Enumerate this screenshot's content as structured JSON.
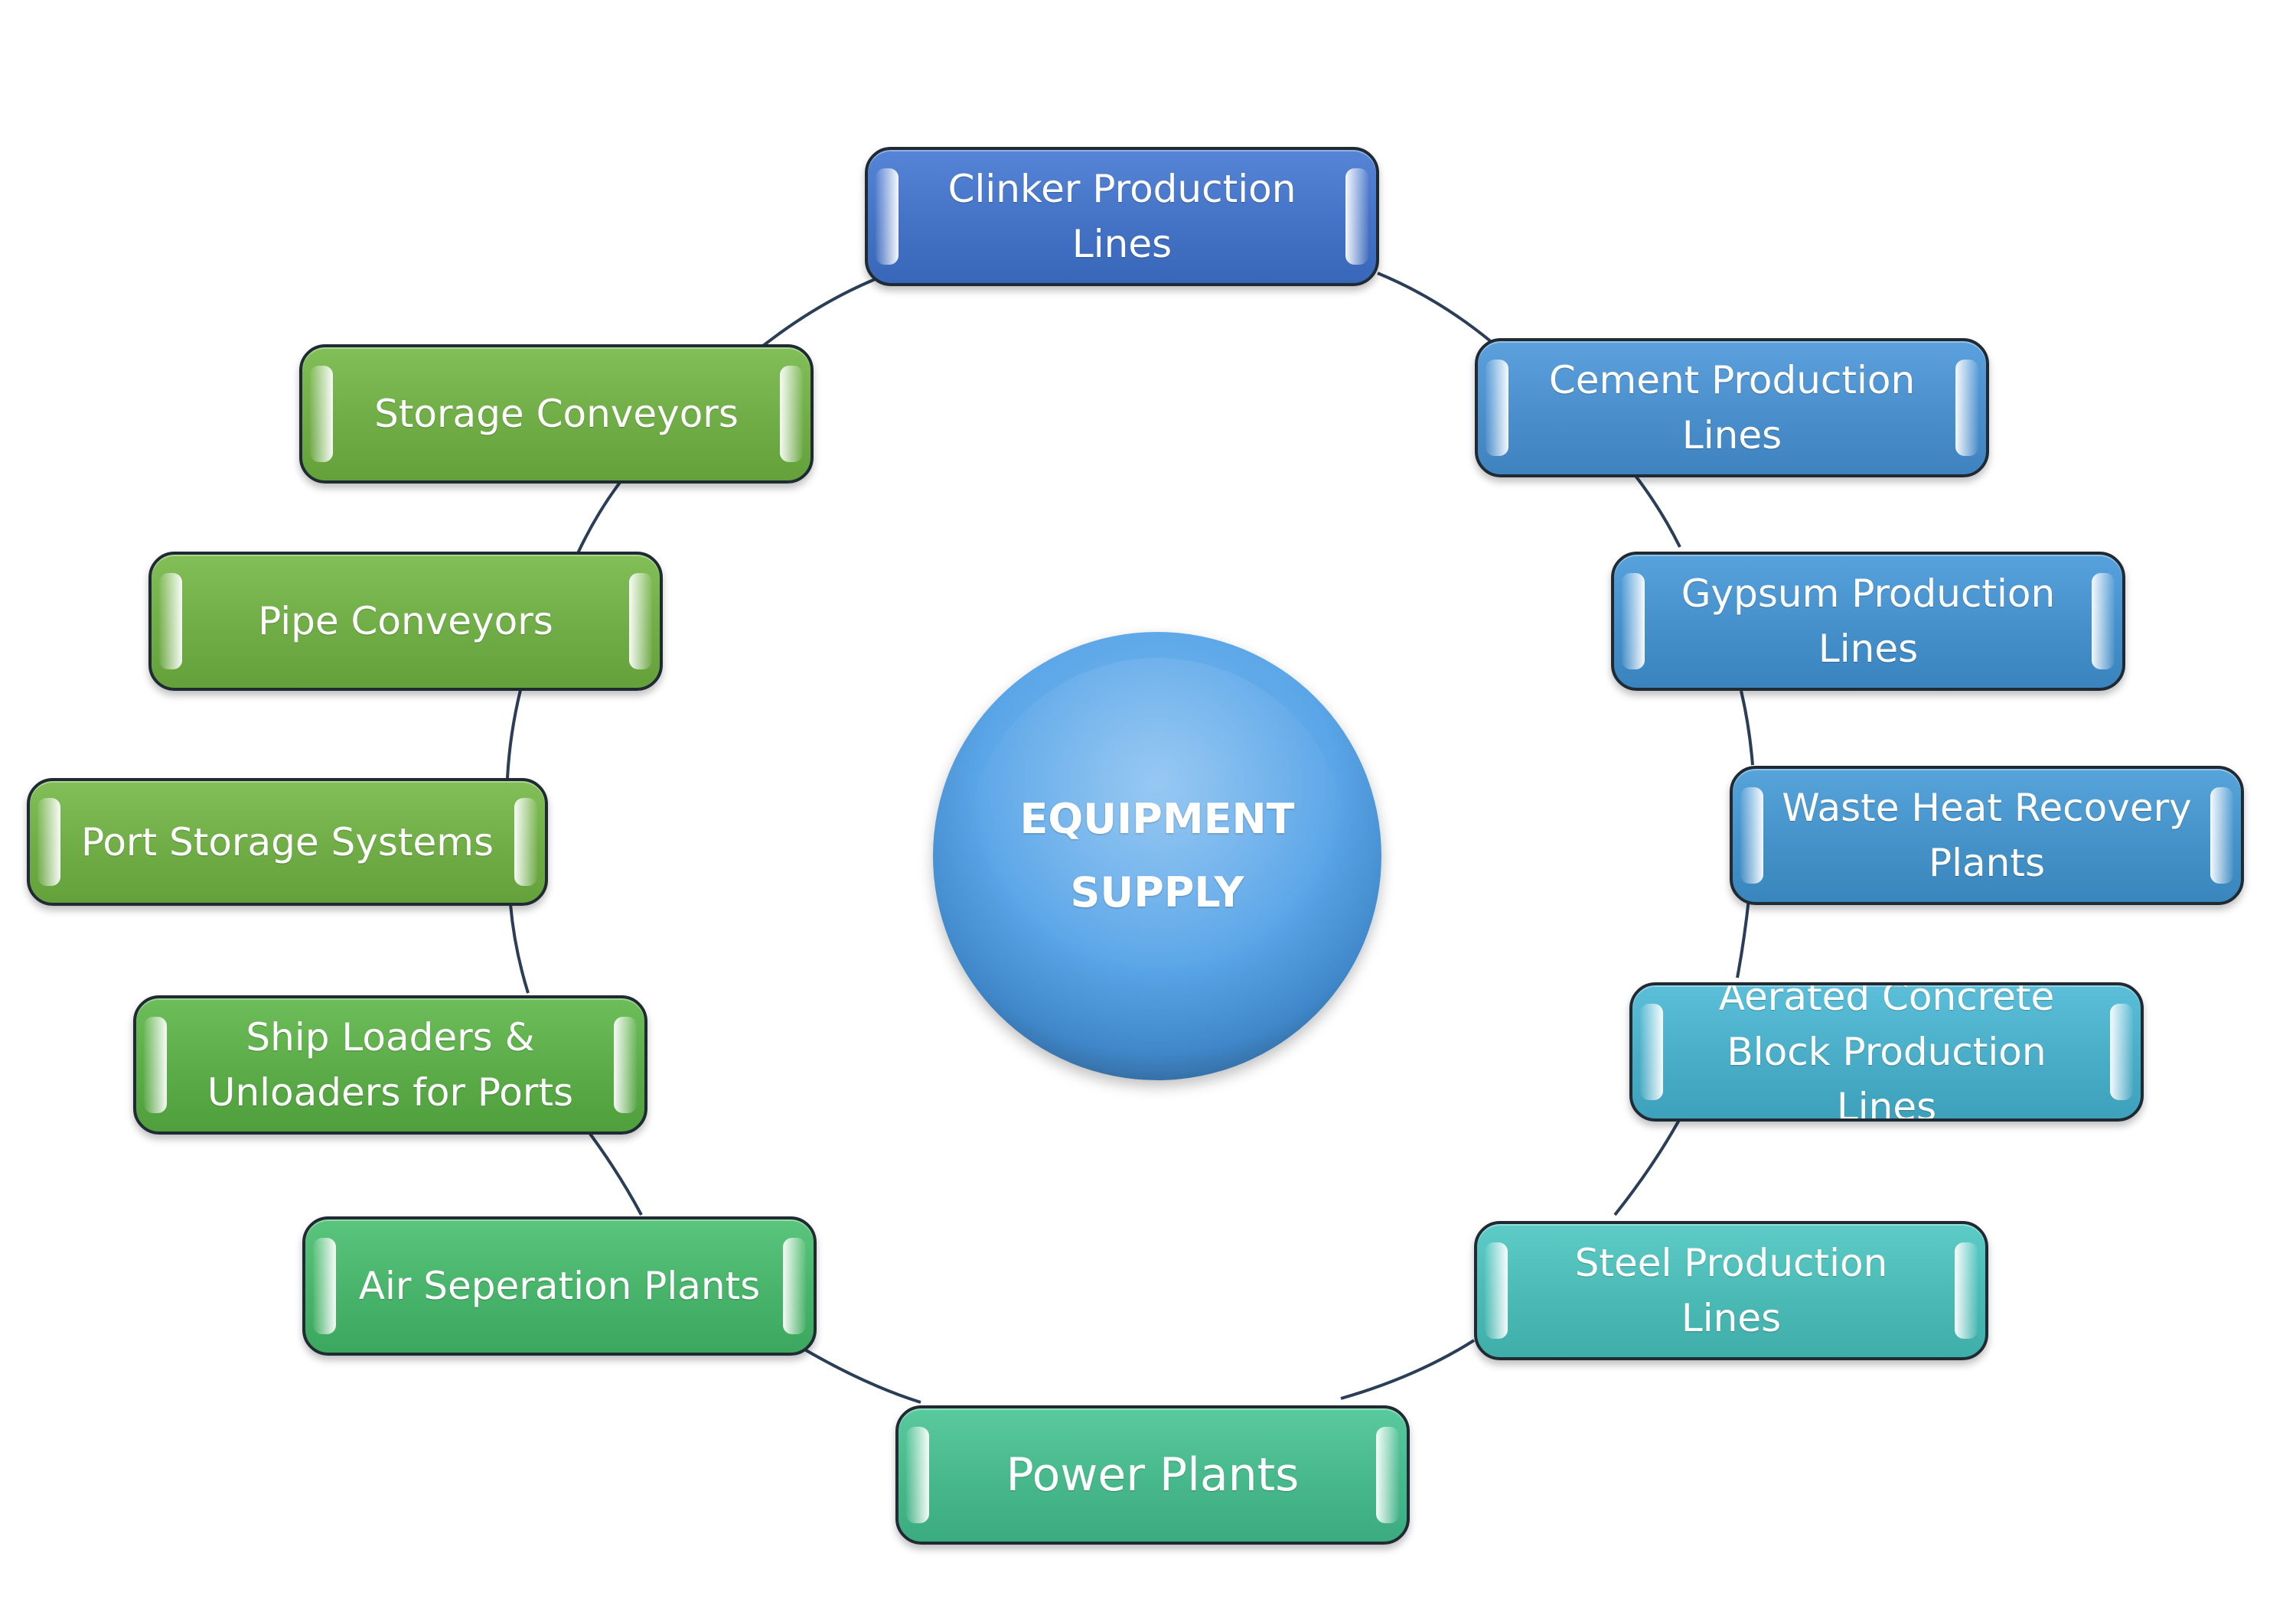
{
  "diagram": {
    "center": {
      "title": "EQUIPMENT SUPPLY"
    },
    "nodes": [
      {
        "id": "clinker",
        "label": "Clinker Production Lines",
        "color": "#4472c4"
      },
      {
        "id": "cement",
        "label": "Cement Production Lines",
        "color": "#4a8fcc"
      },
      {
        "id": "gypsum",
        "label": "Gypsum Production Lines",
        "color": "#4590cb"
      },
      {
        "id": "wasteheat",
        "label": "Waste Heat Recovery Plants",
        "color": "#4592c9"
      },
      {
        "id": "aerated",
        "label": "Aerated Concrete Block Production Lines",
        "color": "#4aadc7"
      },
      {
        "id": "steel",
        "label": "Steel Production Lines",
        "color": "#4bbab5"
      },
      {
        "id": "power",
        "label": "Power Plants",
        "color": "#47b88c"
      },
      {
        "id": "airsep",
        "label": "Air Seperation Plants",
        "color": "#48b36a"
      },
      {
        "id": "shiploaders",
        "label": "Ship Loaders & Unloaders for Ports",
        "color": "#5bab48"
      },
      {
        "id": "portstorage",
        "label": "Port Storage Systems",
        "color": "#70ad47"
      },
      {
        "id": "pipe",
        "label": "Pipe Conveyors",
        "color": "#70ad47"
      },
      {
        "id": "storage",
        "label": "Storage Conveyors",
        "color": "#70ad47"
      }
    ]
  }
}
